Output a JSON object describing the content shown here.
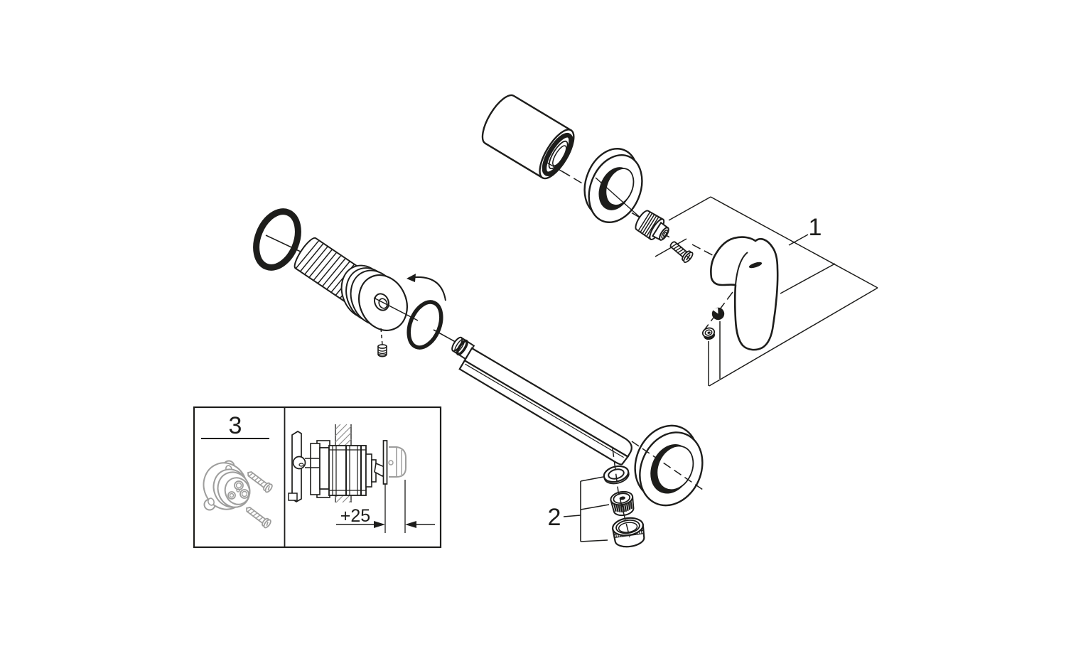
{
  "labels": {
    "group1": "1",
    "group2": "2",
    "group3": "3",
    "dimension": "+25"
  },
  "colors": {
    "line": "#1d1d1b",
    "grey": "#9d9d9c",
    "hatch": "#8f8f8f",
    "background": "#ffffff"
  }
}
